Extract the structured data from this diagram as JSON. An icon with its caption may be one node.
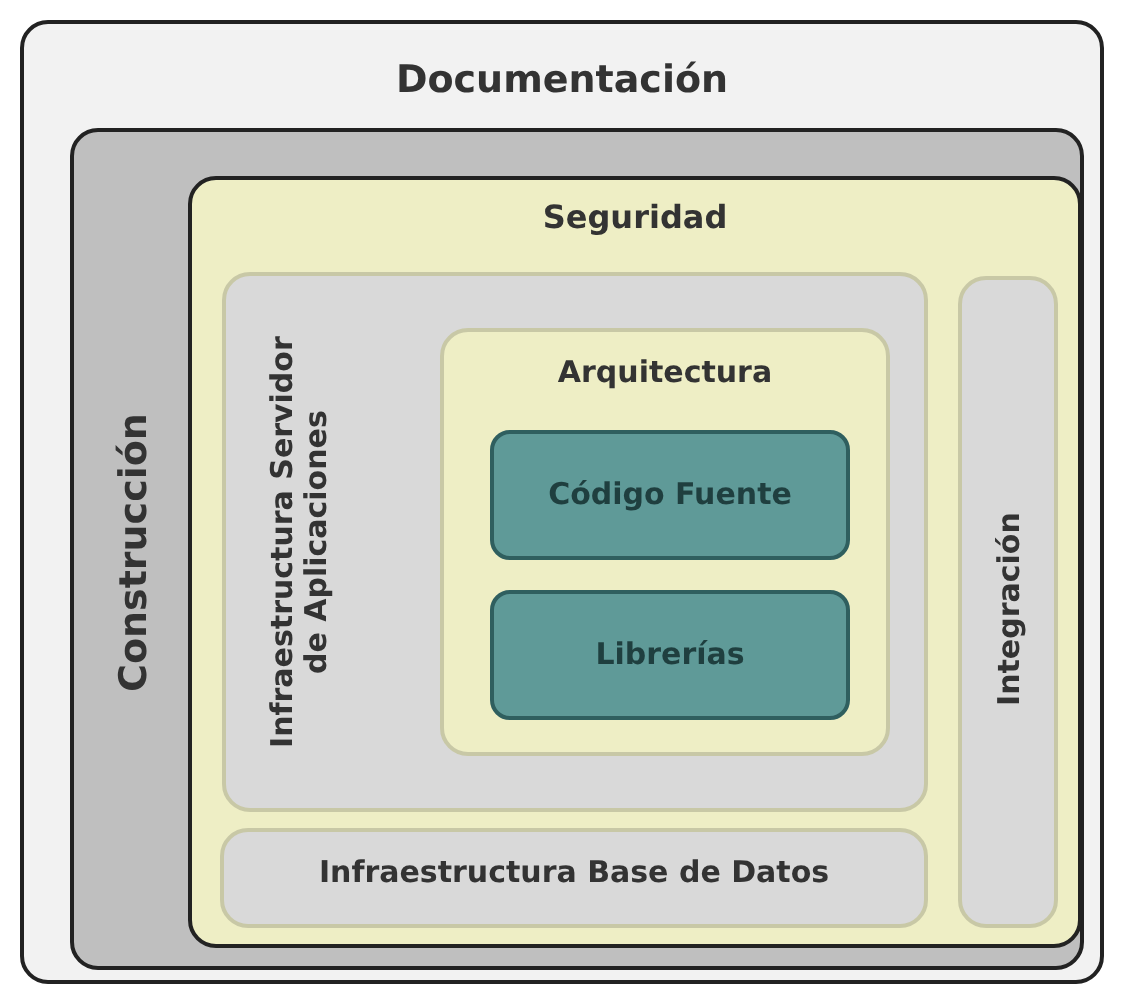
{
  "diagram": {
    "nodes": [
      {
        "text": [
          "Documentación"
        ]
      },
      {
        "text": [
          "Construcción"
        ],
        "in": 0
      },
      {
        "text": [
          "Seguridad"
        ],
        "in": 1
      },
      {
        "text": [
          "Infraestructura Servidor de Aplicaciones"
        ],
        "in": 2
      },
      {
        "text": [
          "Arquitectura"
        ],
        "in": 3
      },
      {
        "text": [
          "Código Fuente"
        ],
        "in": 4
      },
      {
        "text": [
          "Librerías"
        ],
        "in": 4
      },
      {
        "text": [
          "Integración"
        ],
        "in": 2
      },
      {
        "text": [
          "Infraestructura Base de Datos"
        ],
        "in": 2
      }
    ]
  }
}
